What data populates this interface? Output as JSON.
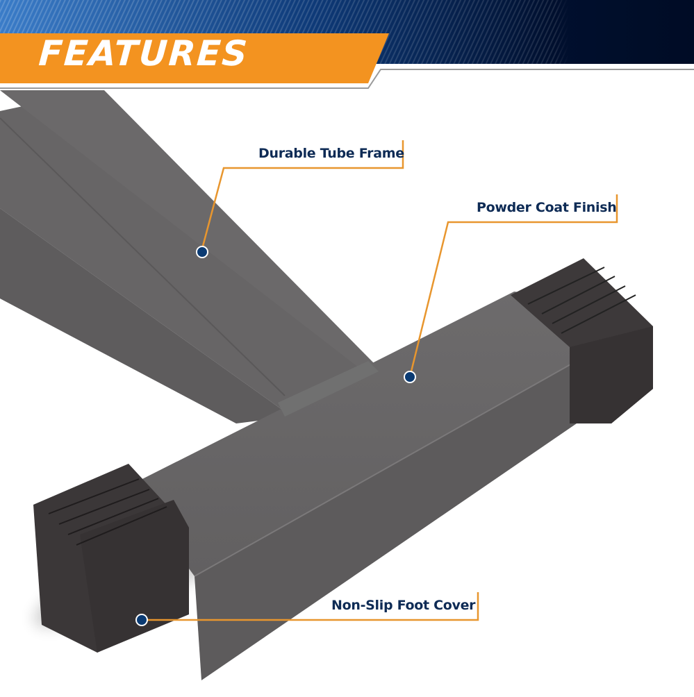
{
  "header": {
    "title": "FEATURES",
    "banner_color": "#f39320",
    "stripe_color_left": "#3a7cc8",
    "stripe_color_right": "#000f2e"
  },
  "callouts": [
    {
      "label": "Durable Tube Frame",
      "marker": "dot-marker"
    },
    {
      "label": "Powder Coat Finish",
      "marker": "dot-marker"
    },
    {
      "label": "Non-Slip Foot Cover",
      "marker": "dot-marker"
    }
  ],
  "colors": {
    "leader_line": "#e8962e",
    "dot_fill": "#0b3b73",
    "label_text": "#0e2b55",
    "frame_gray": "#676566",
    "foot_cover": "#3b3738"
  }
}
